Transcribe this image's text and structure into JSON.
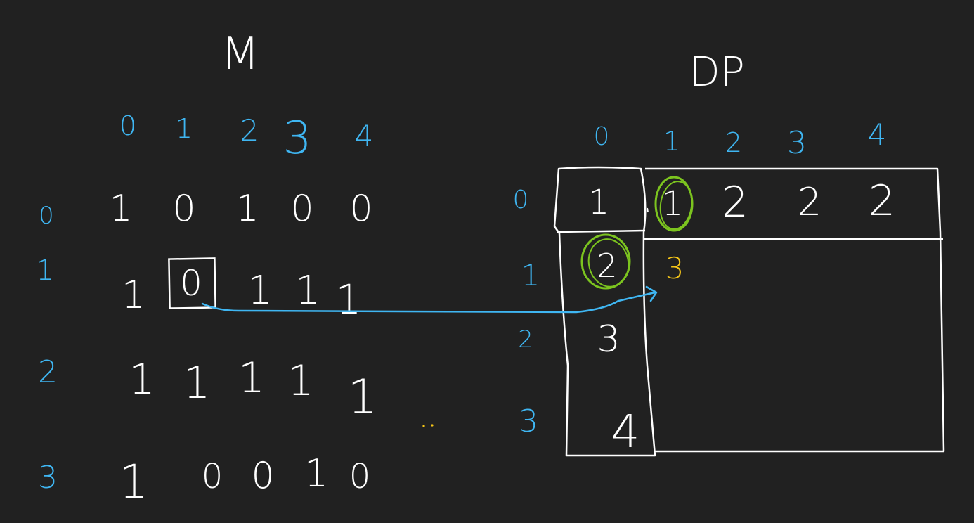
{
  "colors": {
    "background": "#212121",
    "ink": "#ffffff",
    "index_ink": "#3fb6f2",
    "highlight": "#7cc41f",
    "computed": "#f5c518"
  },
  "matrix_m": {
    "title": "M",
    "col_indices": [
      "0",
      "1",
      "2",
      "3",
      "4"
    ],
    "row_indices": [
      "0",
      "1",
      "2",
      "3"
    ],
    "rows": [
      [
        "1",
        "0",
        "1",
        "0",
        "0"
      ],
      [
        "1",
        "0",
        "1",
        "1",
        "1"
      ],
      [
        "1",
        "1",
        "1",
        "1",
        "1"
      ],
      [
        "1",
        "0",
        "0",
        "1",
        "0"
      ]
    ],
    "highlighted_cell": "0"
  },
  "matrix_dp": {
    "title": "DP",
    "col_indices": [
      "0",
      "1",
      "2",
      "3",
      "4"
    ],
    "row_indices": [
      "0",
      "1",
      "2",
      "3"
    ],
    "row0": [
      "1",
      "1",
      "2",
      "2",
      "2"
    ],
    "col0": [
      "1",
      "2",
      "3",
      "4"
    ],
    "circled": [
      "1",
      "2"
    ],
    "computed_value": "3"
  }
}
